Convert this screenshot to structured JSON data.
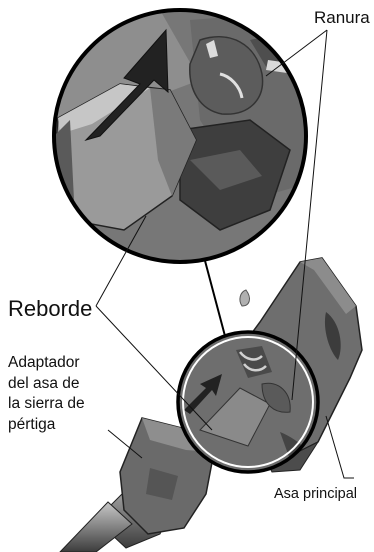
{
  "labels": {
    "ranura": "Ranura",
    "reborde": "Reborde",
    "adaptador_lines": [
      "Adaptador",
      "del asa de",
      "la sierra de",
      "pértiga"
    ],
    "asa_principal": "Asa principal"
  },
  "colors": {
    "background": "#ffffff",
    "body_dark": "#555555",
    "body_mid": "#6e6e6e",
    "body_light": "#8a8a8a",
    "highlight": "#c9c9c9",
    "outline": "#000000",
    "arrow": "#2a2a2a"
  }
}
